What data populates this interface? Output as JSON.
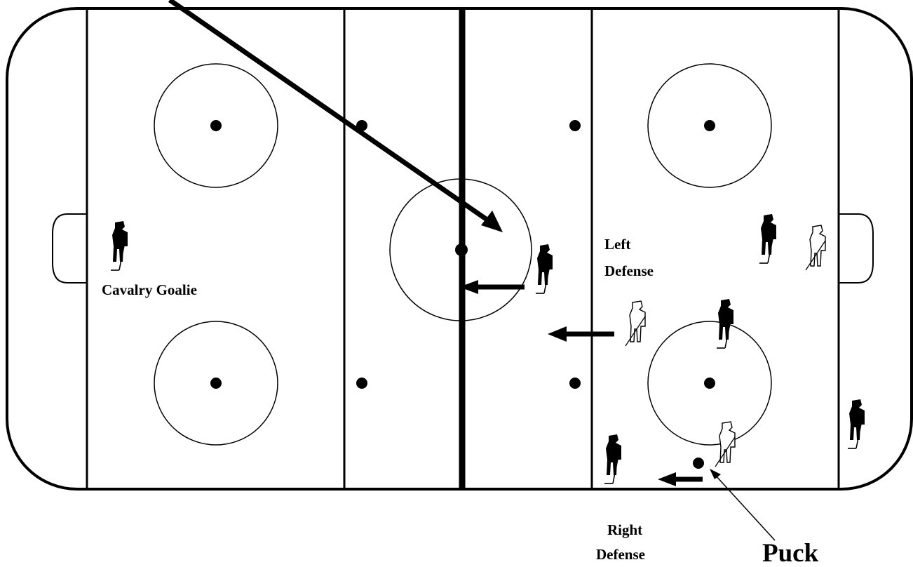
{
  "labels": {
    "cavalry_goalie": "Cavalry Goalie",
    "left_defense_line1": "Left",
    "left_defense_line2": "Defense",
    "right_defense_line1": "Right",
    "right_defense_line2": "Defense",
    "puck": "Puck"
  },
  "colors": {
    "line": "#000000",
    "ice": "#ffffff",
    "team_dark": "#000000",
    "team_outline": "#ffffff"
  },
  "players": [
    {
      "team": "dark",
      "role": "goalie",
      "label_key": "cavalry_goalie"
    },
    {
      "team": "dark",
      "role": "center-ice player"
    },
    {
      "team": "outline",
      "role": "left defense",
      "label_key": "left_defense"
    },
    {
      "team": "dark",
      "role": "right-zone player top"
    },
    {
      "team": "outline",
      "role": "right-zone player top"
    },
    {
      "team": "dark",
      "role": "right-zone player middle"
    },
    {
      "team": "outline",
      "role": "player near puck"
    },
    {
      "team": "dark",
      "role": "right defense",
      "label_key": "right_defense"
    },
    {
      "team": "dark",
      "role": "player behind goal line"
    }
  ],
  "icons": [
    "long-pass-arrow-icon",
    "pass-arrow-icon",
    "puck-icon",
    "pointer-arrow-icon"
  ]
}
